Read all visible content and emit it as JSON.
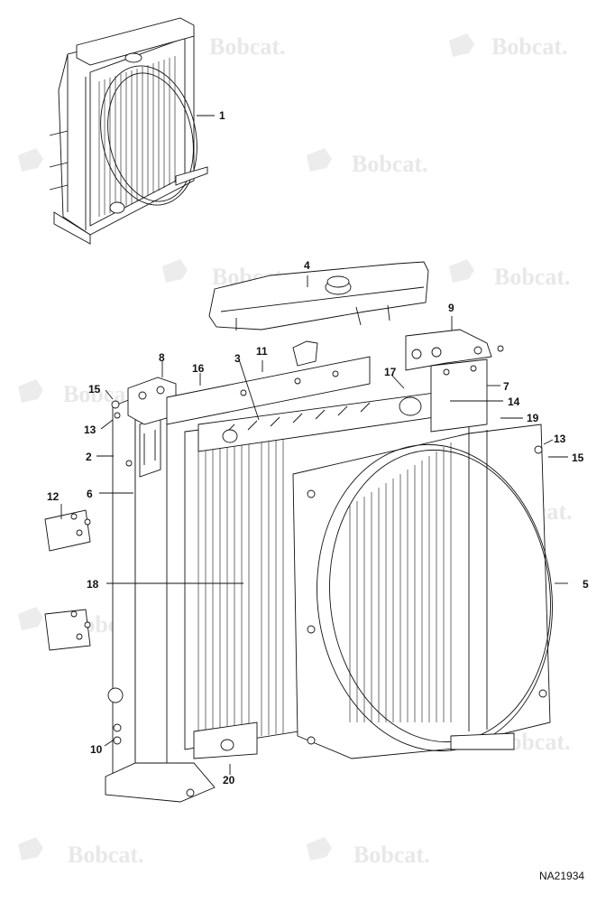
{
  "watermark": {
    "text": "Bobcat."
  },
  "reference_code": "NA21934",
  "callouts": {
    "c1": "1",
    "c2": "2",
    "c3": "3",
    "c4": "4",
    "c5": "5",
    "c6": "6",
    "c7": "7",
    "c8": "8",
    "c9": "9",
    "c10": "10",
    "c11": "11",
    "c12": "12",
    "c13a": "13",
    "c13b": "13",
    "c14": "14",
    "c15a": "15",
    "c15b": "15",
    "c16": "16",
    "c17": "17",
    "c18": "18",
    "c19": "19",
    "c20": "20"
  }
}
